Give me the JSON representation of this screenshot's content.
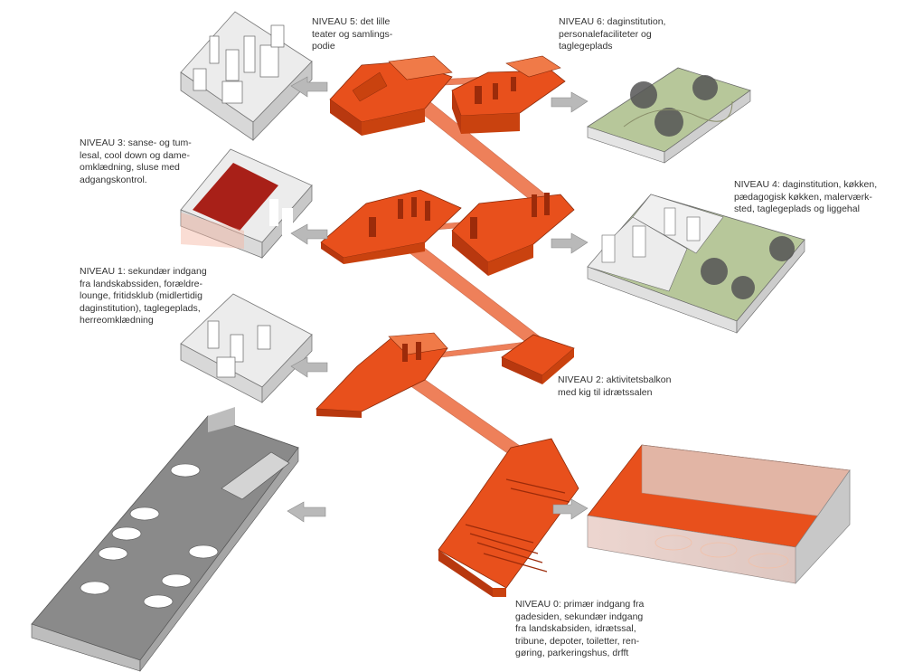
{
  "labels": {
    "niveau5": "NIVEAU 5: det lille\nteater og samlings-\npodie",
    "niveau6": "NIVEAU 6: daginstitution,\npersonalefaciliteter og\ntaglegeplads",
    "niveau3": "NIVEAU 3: sanse- og tum-\nlesal, cool down og dame-\nomklædning, sluse med\nadgangskontrol.",
    "niveau4": "NIVEAU 4: daginstitution, køkken,\npædagogisk køkken, malerværk-\nsted, taglegeplads og liggehal",
    "niveau1": "NIVEAU 1: sekundær indgang\nfra landskabssiden, forældre-\nlounge, fritidsklub (midlertidig\ndaginstitution), taglegeplads,\nherreomklædning",
    "niveau2": "NIVEAU 2: aktivitetsbalkon\nmed kig til idrætssalen",
    "niveau0": "NIVEAU 0: primær indgang fra\ngadesiden, sekundær indgang\nfra landskabsiden, idrætssal,\ntribune, depoter, toiletter, ren-\ngøring, parkeringshus, drfft"
  },
  "colors": {
    "orange": "#e8501c",
    "orange_dark": "#b8380f",
    "orange_light": "#f07a48",
    "grey_wall": "#cfcfcf",
    "grey_floor": "#e6e6e6",
    "green_roof": "#b7c79a",
    "parking": "#8a8a8a",
    "red_room": "#a82018",
    "arrow": "#b9b9b9"
  }
}
